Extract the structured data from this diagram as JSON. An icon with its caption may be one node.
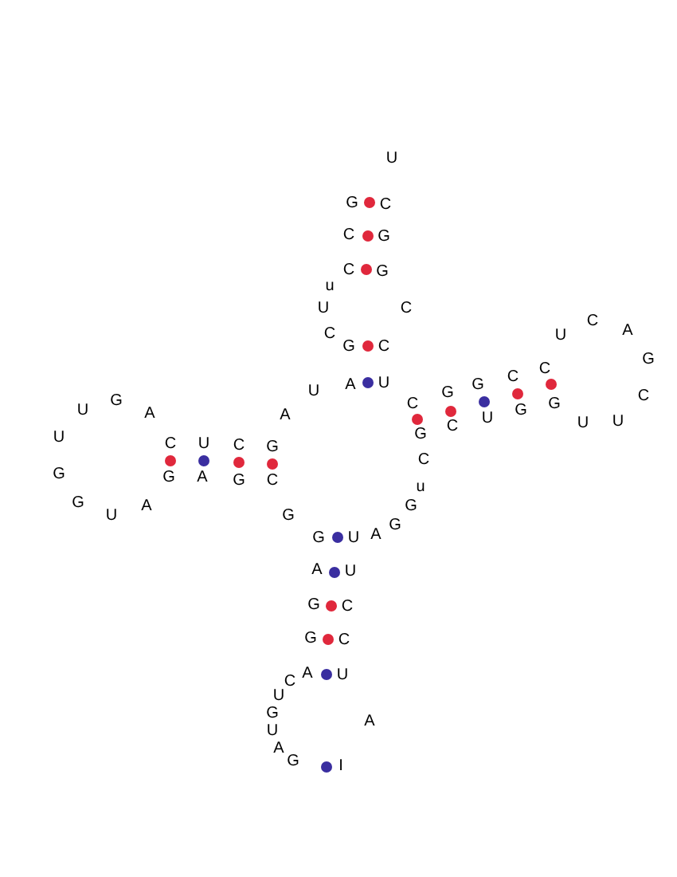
{
  "diagram": {
    "labels": [
      "U",
      "G",
      "C",
      "C",
      "G",
      "C",
      "G",
      "u",
      "U",
      "C",
      "C",
      "C",
      "A",
      "U",
      "G",
      "C",
      "G",
      "C",
      "C",
      "A",
      "U",
      "G",
      "U",
      "G",
      "C",
      "G",
      "C",
      "G",
      "U",
      "A",
      "A",
      "C",
      "U",
      "G",
      "U",
      "U",
      "U",
      "G",
      "C",
      "U",
      "C",
      "G",
      "C",
      "G",
      "G",
      "A",
      "G",
      "C",
      "u",
      "G",
      "A",
      "G",
      "U",
      "G",
      "G",
      "G",
      "U",
      "A",
      "A",
      "U",
      "G",
      "C",
      "G",
      "C",
      "A",
      "U",
      "C",
      "U",
      "G",
      "A",
      "U",
      "A",
      "G",
      "I"
    ]
  }
}
